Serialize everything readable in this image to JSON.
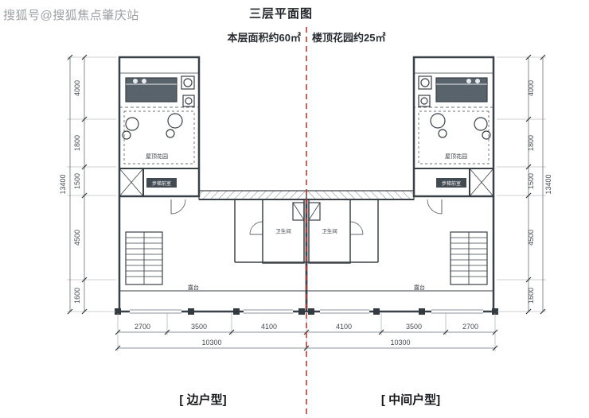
{
  "watermark": "搜狐号@搜狐焦点肇庆站",
  "header": {
    "title": "三层平面图",
    "subtitle_left": "本层面积约60㎡",
    "subtitle_right": "楼顶花园约25㎡"
  },
  "footer": {
    "left_unit_label": "[ 边户型]",
    "right_unit_label": "[ 中间户型]"
  },
  "rooms": {
    "roof_garden": "屋顶花园",
    "stair_lobby": "步梯前室",
    "bathroom": "卫生间",
    "terrace": "露台"
  },
  "dims": {
    "vertical_chain": [
      "4000",
      "1800",
      "1500",
      "4500",
      "1600"
    ],
    "vertical_total": "13400",
    "bottom_chain": [
      "2700",
      "3500",
      "4100",
      "4100",
      "3500",
      "2700"
    ],
    "bottom_totals": [
      "10300",
      "10300"
    ]
  },
  "colors": {
    "wall": "#3a4047",
    "dimension": "#5a6068",
    "mirror_line": "#c03a30",
    "watermark": "#9b9fa3",
    "furniture": "#59636b"
  }
}
